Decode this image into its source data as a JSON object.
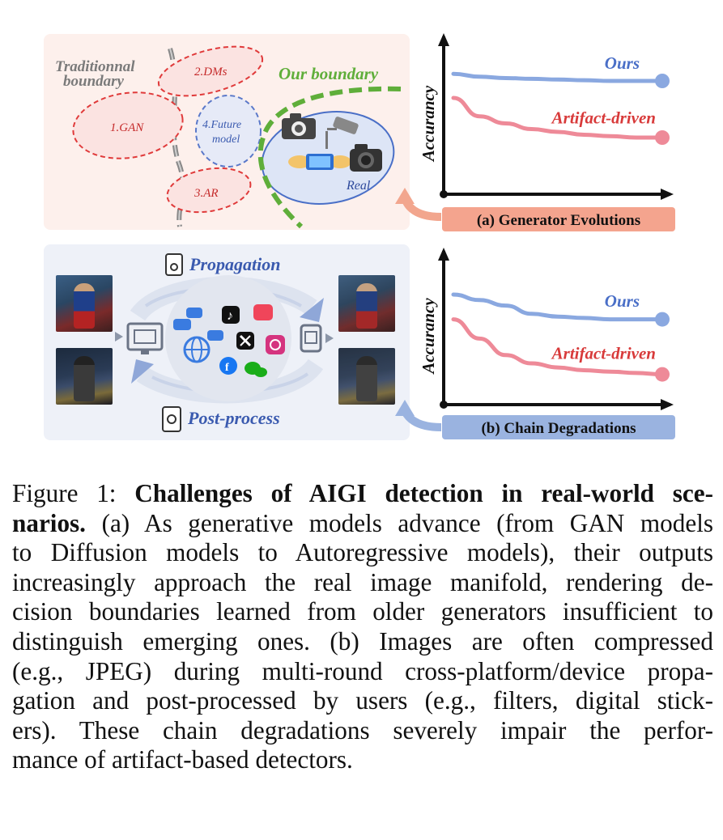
{
  "panel_a": {
    "traditional_boundary": [
      "Traditionnal",
      "boundary"
    ],
    "our_boundary": "Our boundary",
    "clusters": {
      "gan": "1.GAN",
      "dms": "2.DMs",
      "ar": "3.AR",
      "future": [
        "4.Future",
        "model"
      ],
      "real": "Real"
    },
    "colors": {
      "generated": "#e03a3a",
      "our_boundary": "#5fae3a",
      "real": "#4a6fc7"
    }
  },
  "panel_b": {
    "propagation": "Propagation",
    "post_process": "Post-process"
  },
  "chart_data": [
    {
      "type": "line",
      "ylabel": "Accurancy",
      "xlabel": "",
      "x": [
        0,
        1,
        2,
        3,
        4,
        5,
        6,
        7,
        8
      ],
      "ylim": [
        0,
        1
      ],
      "series": [
        {
          "name": "Ours",
          "color": "#8aa8e0",
          "values": [
            0.85,
            0.83,
            0.82,
            0.815,
            0.81,
            0.805,
            0.8,
            0.8,
            0.8
          ]
        },
        {
          "name": "Artifact-driven",
          "color": "#ee8a98",
          "values": [
            0.68,
            0.55,
            0.5,
            0.46,
            0.44,
            0.42,
            0.41,
            0.4,
            0.4
          ]
        }
      ],
      "badge": "(a) Generator Evolutions",
      "badge_color": "#f4a48e",
      "label_colors": {
        "ours": "#4a6fc7",
        "artifact": "#d83a3a"
      }
    },
    {
      "type": "line",
      "ylabel": "Accurancy",
      "xlabel": "",
      "x": [
        0,
        1,
        2,
        3,
        4,
        5,
        6,
        7,
        8
      ],
      "ylim": [
        0,
        1
      ],
      "series": [
        {
          "name": "Ours",
          "color": "#8aa8e0",
          "values": [
            0.8,
            0.76,
            0.72,
            0.66,
            0.64,
            0.63,
            0.62,
            0.62,
            0.62
          ]
        },
        {
          "name": "Artifact-driven",
          "color": "#ee8a98",
          "values": [
            0.62,
            0.48,
            0.36,
            0.3,
            0.27,
            0.25,
            0.24,
            0.23,
            0.22
          ]
        }
      ],
      "badge": "(b) Chain Degradations",
      "badge_color": "#9ab3e0",
      "label_colors": {
        "ours": "#4a6fc7",
        "artifact": "#d83a3a"
      }
    }
  ],
  "caption": {
    "lines": [
      {
        "segments": [
          {
            "t": "Figure 1:  ",
            "b": false
          },
          {
            "t": "Challenges of AIGI detection in real-world sce-",
            "b": true
          }
        ]
      },
      {
        "segments": [
          {
            "t": "narios.",
            "b": true
          },
          {
            "t": " (a) As generative models advance (from GAN models",
            "b": false
          }
        ]
      },
      {
        "segments": [
          {
            "t": "to Diffusion models to Autoregressive models), their outputs",
            "b": false
          }
        ]
      },
      {
        "segments": [
          {
            "t": "increasingly approach the real image manifold, rendering de-",
            "b": false
          }
        ]
      },
      {
        "segments": [
          {
            "t": "cision boundaries learned from older generators insufficient to",
            "b": false
          }
        ]
      },
      {
        "segments": [
          {
            "t": "distinguish emerging ones.  (b) Images are often compressed",
            "b": false
          }
        ]
      },
      {
        "segments": [
          {
            "t": "(e.g., JPEG) during multi-round cross-platform/device propa-",
            "b": false
          }
        ]
      },
      {
        "segments": [
          {
            "t": "gation and post-processed by users (e.g., filters, digital stick-",
            "b": false
          }
        ]
      },
      {
        "segments": [
          {
            "t": "ers).  These chain degradations severely impair the perfor-",
            "b": false
          }
        ]
      },
      {
        "segments": [
          {
            "t": "mance of artifact-based detectors.",
            "b": false
          }
        ]
      }
    ]
  }
}
